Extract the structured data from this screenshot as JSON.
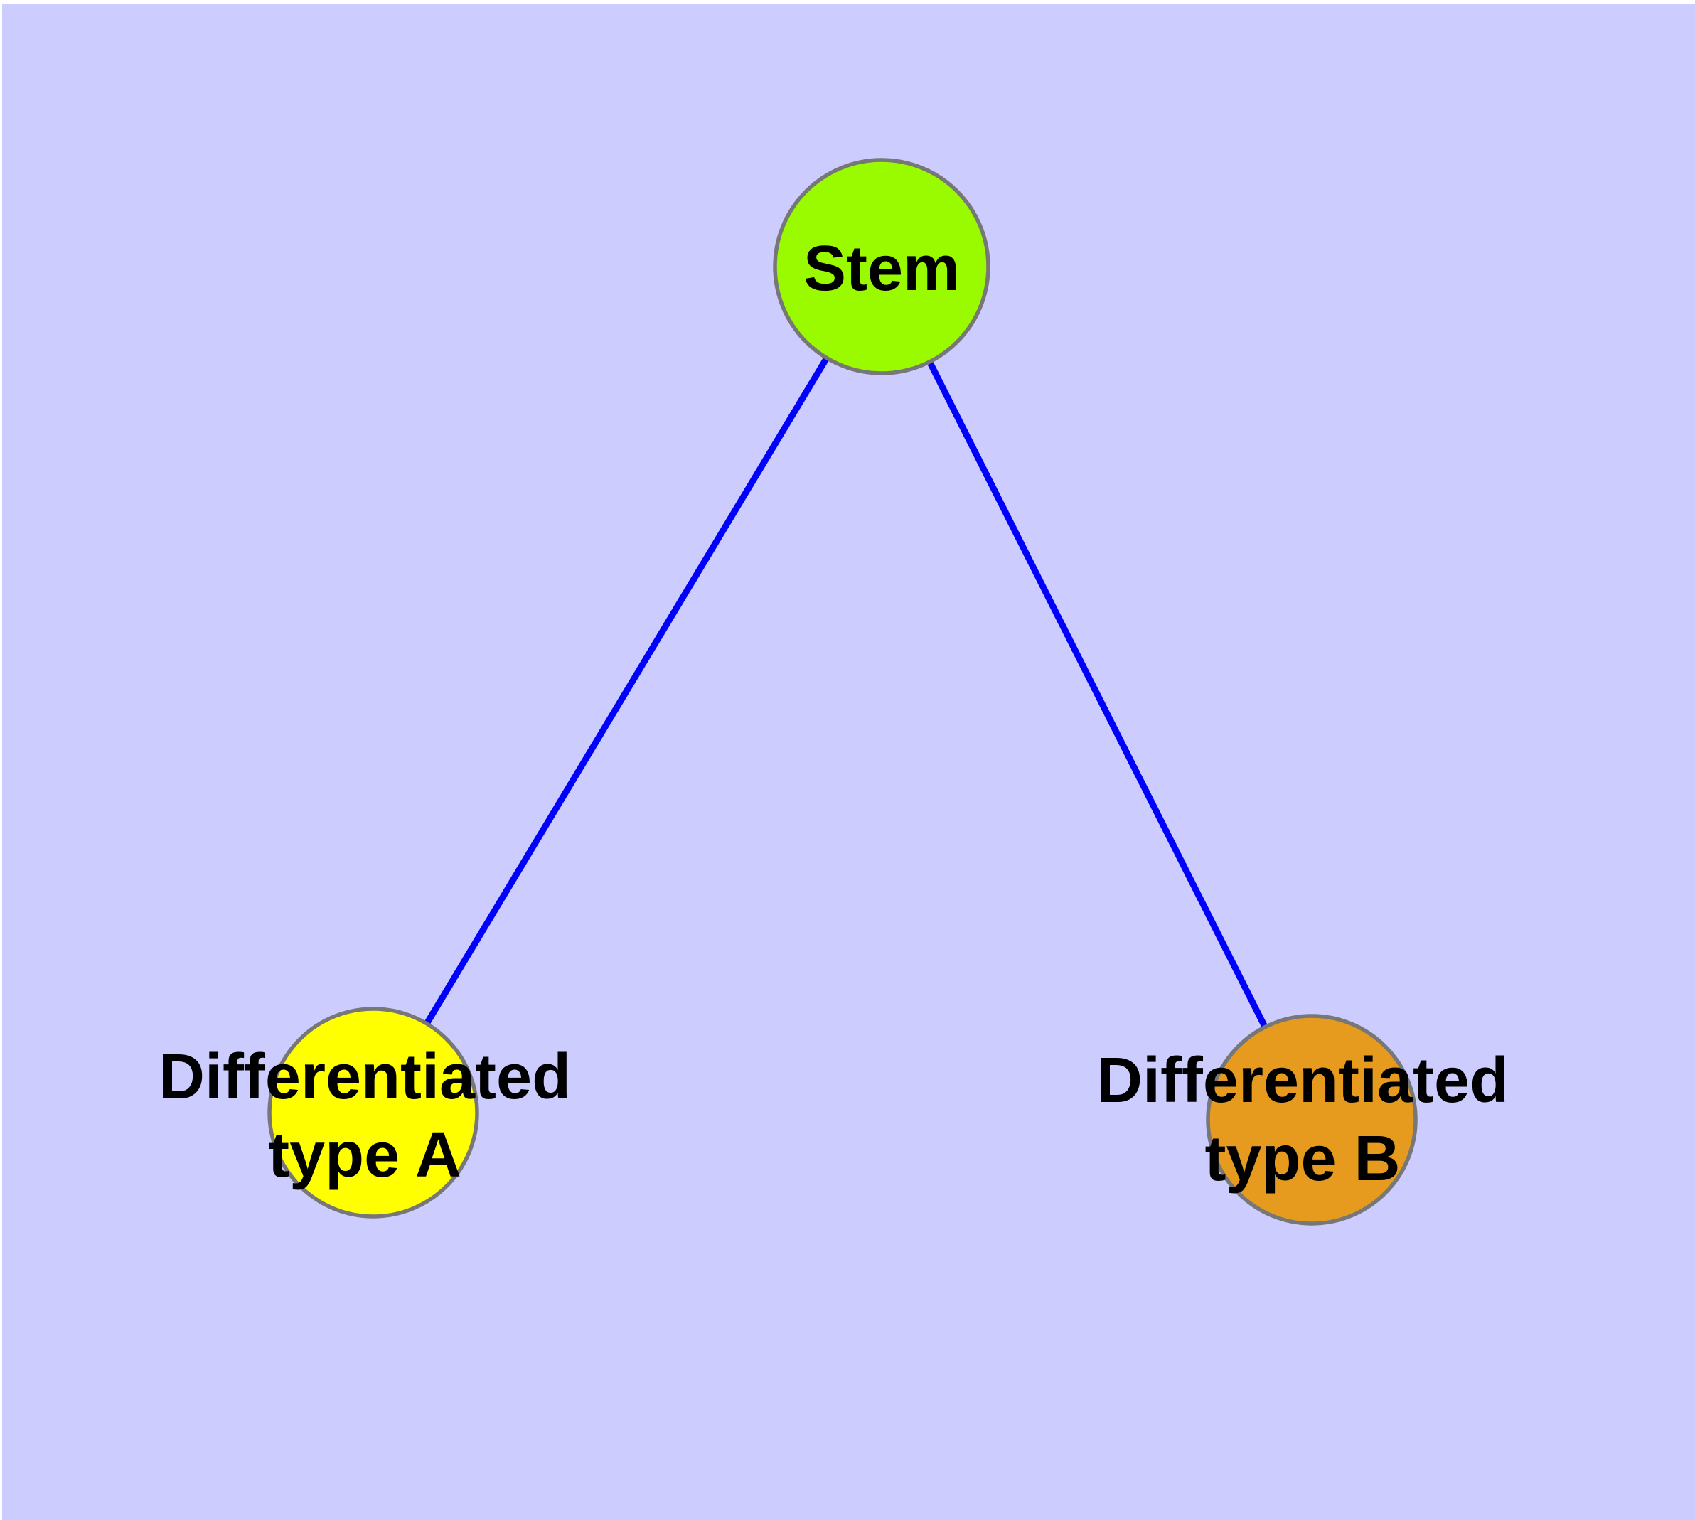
{
  "diagram": {
    "type": "graph",
    "description": "Cell differentiation graph: one stem node with two differentiated child nodes",
    "colors": {
      "background": "#CCCCFF",
      "edge": "#0000FF",
      "node_border": "#777777",
      "stem_fill": "#9AFB00",
      "type_a_fill": "#FFFF00",
      "type_b_fill": "#E69B1E",
      "label_color": "#000000"
    },
    "nodes": [
      {
        "id": "stem",
        "label": "Stem"
      },
      {
        "id": "type-a",
        "label": "Differentiated type A",
        "label_line1": "Differentiated",
        "label_line2": "type A"
      },
      {
        "id": "type-b",
        "label": "Differentiated type B",
        "label_line1": "Differentiated",
        "label_line2": "type B"
      }
    ],
    "edges": [
      {
        "from": "Stem",
        "to": "Differentiated type A"
      },
      {
        "from": "Stem",
        "to": "Differentiated type B"
      }
    ]
  }
}
